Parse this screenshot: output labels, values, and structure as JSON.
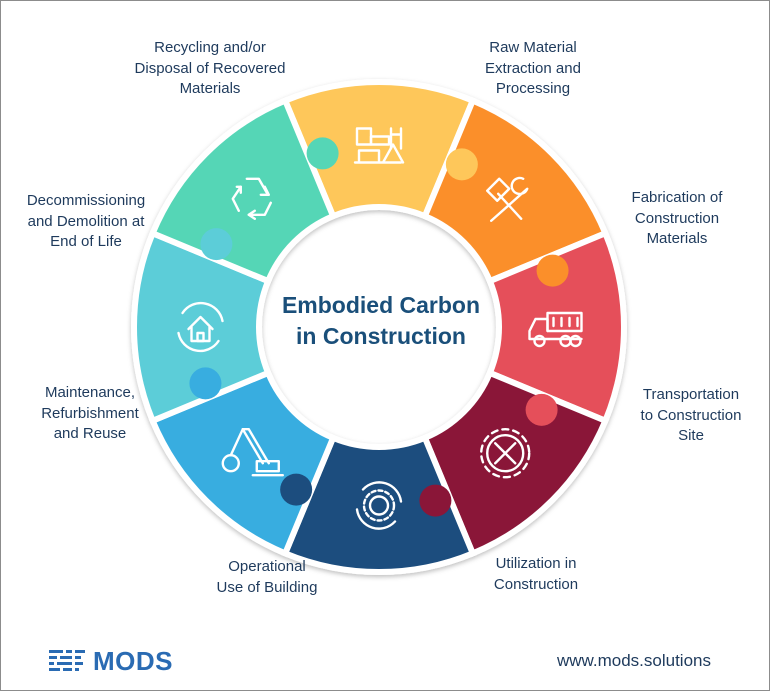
{
  "title": [
    "Embodied Carbon",
    "in Construction"
  ],
  "stages": [
    {
      "id": "raw-material",
      "lines": [
        "Raw Material",
        "Extraction and",
        "Processing"
      ],
      "color": "#fec75a",
      "icon": "materials-icon"
    },
    {
      "id": "fabrication",
      "lines": [
        "Fabrication of",
        "Construction",
        "Materials"
      ],
      "color": "#fb8f2c",
      "icon": "tools-icon"
    },
    {
      "id": "transportation",
      "lines": [
        "Transportation",
        "to Construction",
        "Site"
      ],
      "color": "#e5505a",
      "icon": "dump-truck-icon"
    },
    {
      "id": "utilization",
      "lines": [
        "Utilization in",
        "Construction"
      ],
      "color": "#8a1739",
      "icon": "gear-tools-icon"
    },
    {
      "id": "operational",
      "lines": [
        "Operational",
        "Use of Building"
      ],
      "color": "#1b4d7e",
      "icon": "gear-cycle-icon"
    },
    {
      "id": "maintenance",
      "lines": [
        "Maintenance,",
        "Refurbishment",
        "and Reuse"
      ],
      "color": "#38ade0",
      "icon": "crane-icon"
    },
    {
      "id": "decommissioning",
      "lines": [
        "Decommissioning",
        "and Demolition at",
        "End of Life"
      ],
      "color": "#5bcdd8",
      "icon": "house-cycle-icon"
    },
    {
      "id": "recycling",
      "lines": [
        "Recycling and/or",
        "Disposal of Recovered",
        "Materials"
      ],
      "color": "#55d6b6",
      "icon": "recycle-icon"
    }
  ],
  "logo": {
    "text": "MODS",
    "color": "#2a6bb3"
  },
  "website": "www.mods.solutions"
}
